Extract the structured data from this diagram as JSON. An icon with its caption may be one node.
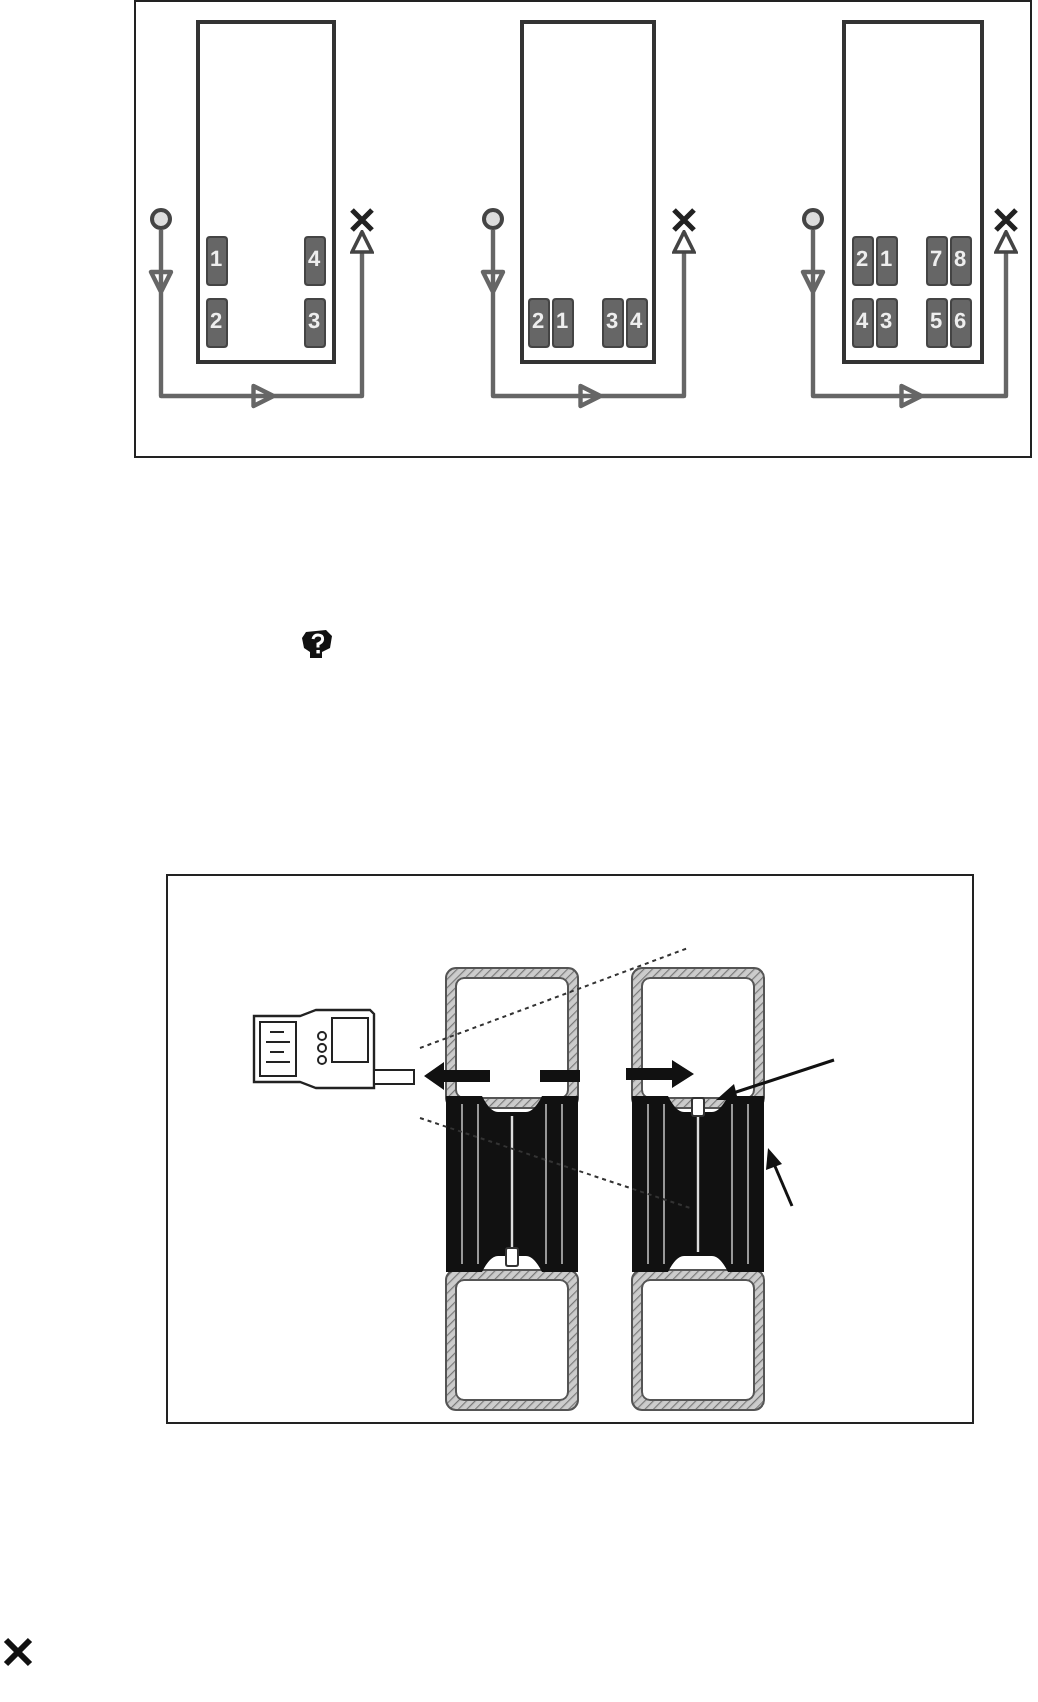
{
  "diagram": {
    "nodes": [
      {
        "text": [],
        "shape": "box"
      },
      {
        "text": [
          "1"
        ],
        "in": 0
      },
      {
        "text": [
          "4"
        ],
        "in": 0
      },
      {
        "text": [
          "2"
        ],
        "in": 0
      },
      {
        "text": [
          "3"
        ],
        "in": 0
      },
      {
        "text": [],
        "shape": "circle"
      },
      {
        "text": [],
        "shape": "cross"
      },
      {
        "text": [],
        "shape": "box"
      },
      {
        "text": [
          "2"
        ],
        "in": 7
      },
      {
        "text": [
          "1"
        ],
        "in": 7
      },
      {
        "text": [
          "3"
        ],
        "in": 7
      },
      {
        "text": [
          "4"
        ],
        "in": 7
      },
      {
        "text": [],
        "shape": "circle"
      },
      {
        "text": [],
        "shape": "cross"
      },
      {
        "text": [],
        "shape": "box"
      },
      {
        "text": [
          "2"
        ],
        "in": 14
      },
      {
        "text": [
          "1"
        ],
        "in": 14
      },
      {
        "text": [
          "7"
        ],
        "in": 14
      },
      {
        "text": [
          "8"
        ],
        "in": 14
      },
      {
        "text": [
          "4"
        ],
        "in": 14
      },
      {
        "text": [
          "3"
        ],
        "in": 14
      },
      {
        "text": [
          "5"
        ],
        "in": 14
      },
      {
        "text": [
          "6"
        ],
        "in": 14
      },
      {
        "text": [],
        "shape": "circle"
      },
      {
        "text": [],
        "shape": "cross"
      }
    ],
    "edges": [
      {
        "from": 5,
        "to": 6,
        "arrow": "to"
      },
      {
        "from": 12,
        "to": 13,
        "arrow": "to"
      },
      {
        "from": 23,
        "to": 24,
        "arrow": "to"
      }
    ]
  }
}
